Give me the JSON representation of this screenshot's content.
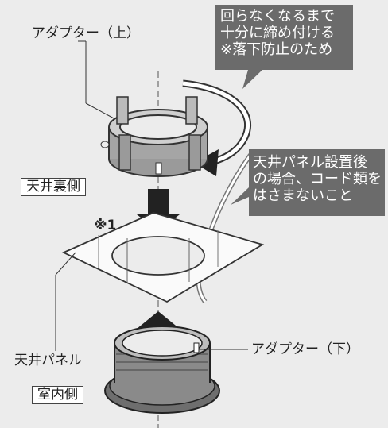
{
  "labels": {
    "adapter_upper": "アダプター（上）",
    "adapter_lower": "アダプター（下）",
    "ceiling_back": "天井裏側",
    "ceiling_panel": "天井パネル",
    "indoor_side": "室内側",
    "note_mark": "※1"
  },
  "callouts": {
    "tighten": [
      "回らなくなるまで",
      "十分に締め付ける",
      "※落下防止のため"
    ],
    "cord": [
      "天井パネル設置後",
      "の場合、コード類を",
      "はさまないこと"
    ]
  },
  "colors": {
    "callout_bg": "#6b6b6b",
    "background": "#ececec"
  }
}
